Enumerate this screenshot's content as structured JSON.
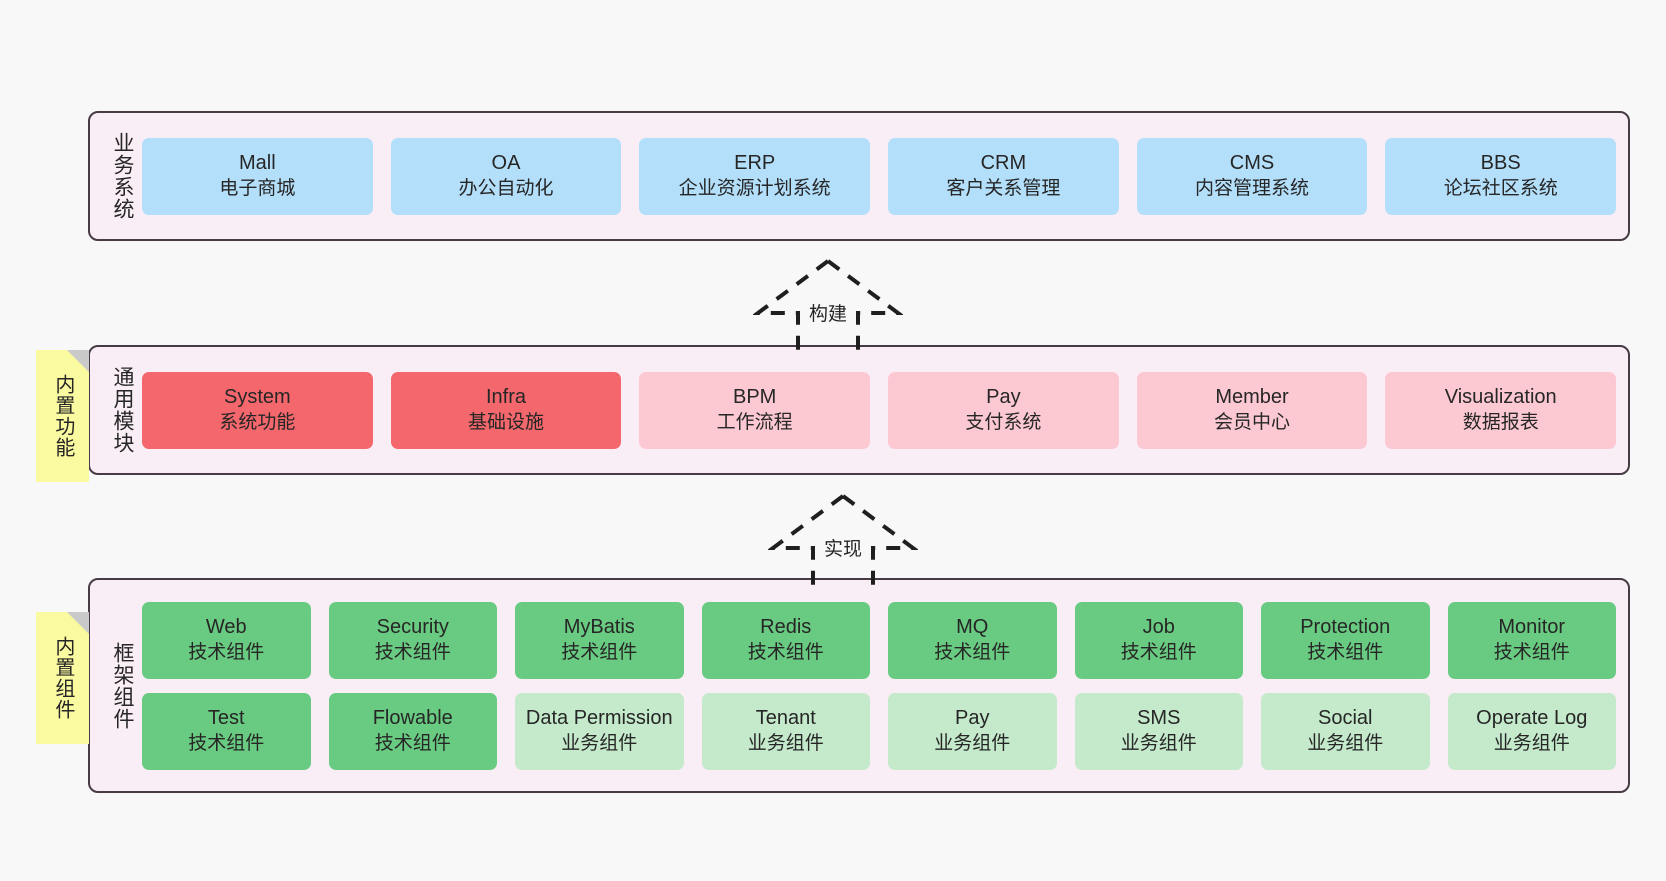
{
  "diagram": {
    "background_color": "#f8f8f8",
    "layer_bg_color": "#faeef6",
    "layer_border_color": "#473b45"
  },
  "layers": [
    {
      "id": "business-systems",
      "title": "业务系统",
      "sticky": null,
      "rows": [
        {
          "cards": [
            {
              "name": "Mall",
              "sub": "电子商城",
              "style": "c-blue"
            },
            {
              "name": "OA",
              "sub": "办公自动化",
              "style": "c-blue"
            },
            {
              "name": "ERP",
              "sub": "企业资源计划系统",
              "style": "c-blue"
            },
            {
              "name": "CRM",
              "sub": "客户关系管理",
              "style": "c-blue"
            },
            {
              "name": "CMS",
              "sub": "内容管理系统",
              "style": "c-blue"
            },
            {
              "name": "BBS",
              "sub": "论坛社区系统",
              "style": "c-blue"
            }
          ]
        }
      ]
    },
    {
      "id": "common-modules",
      "title": "通用模块",
      "sticky": "内置功能",
      "rows": [
        {
          "cards": [
            {
              "name": "System",
              "sub": "系统功能",
              "style": "c-red"
            },
            {
              "name": "Infra",
              "sub": "基础设施",
              "style": "c-red"
            },
            {
              "name": "BPM",
              "sub": "工作流程",
              "style": "c-pink"
            },
            {
              "name": "Pay",
              "sub": "支付系统",
              "style": "c-pink"
            },
            {
              "name": "Member",
              "sub": "会员中心",
              "style": "c-pink"
            },
            {
              "name": "Visualization",
              "sub": "数据报表",
              "style": "c-pink"
            }
          ]
        }
      ]
    },
    {
      "id": "framework-components",
      "title": "框架组件",
      "sticky": "内置组件",
      "rows": [
        {
          "cards": [
            {
              "name": "Web",
              "sub": "技术组件",
              "style": "c-green"
            },
            {
              "name": "Security",
              "sub": "技术组件",
              "style": "c-green"
            },
            {
              "name": "MyBatis",
              "sub": "技术组件",
              "style": "c-green"
            },
            {
              "name": "Redis",
              "sub": "技术组件",
              "style": "c-green"
            },
            {
              "name": "MQ",
              "sub": "技术组件",
              "style": "c-green"
            },
            {
              "name": "Job",
              "sub": "技术组件",
              "style": "c-green"
            },
            {
              "name": "Protection",
              "sub": "技术组件",
              "style": "c-green"
            },
            {
              "name": "Monitor",
              "sub": "技术组件",
              "style": "c-green"
            }
          ]
        },
        {
          "cards": [
            {
              "name": "Test",
              "sub": "技术组件",
              "style": "c-green"
            },
            {
              "name": "Flowable",
              "sub": "技术组件",
              "style": "c-green"
            },
            {
              "name": "Data Permission",
              "sub": "业务组件",
              "style": "c-green-light"
            },
            {
              "name": "Tenant",
              "sub": "业务组件",
              "style": "c-green-light"
            },
            {
              "name": "Pay",
              "sub": "业务组件",
              "style": "c-green-light"
            },
            {
              "name": "SMS",
              "sub": "业务组件",
              "style": "c-green-light"
            },
            {
              "name": "Social",
              "sub": "业务组件",
              "style": "c-green-light"
            },
            {
              "name": "Operate Log",
              "sub": "业务组件",
              "style": "c-green-light"
            }
          ]
        }
      ]
    }
  ],
  "connectors": [
    {
      "id": "build",
      "label": "构建"
    },
    {
      "id": "implement",
      "label": "实现"
    }
  ]
}
